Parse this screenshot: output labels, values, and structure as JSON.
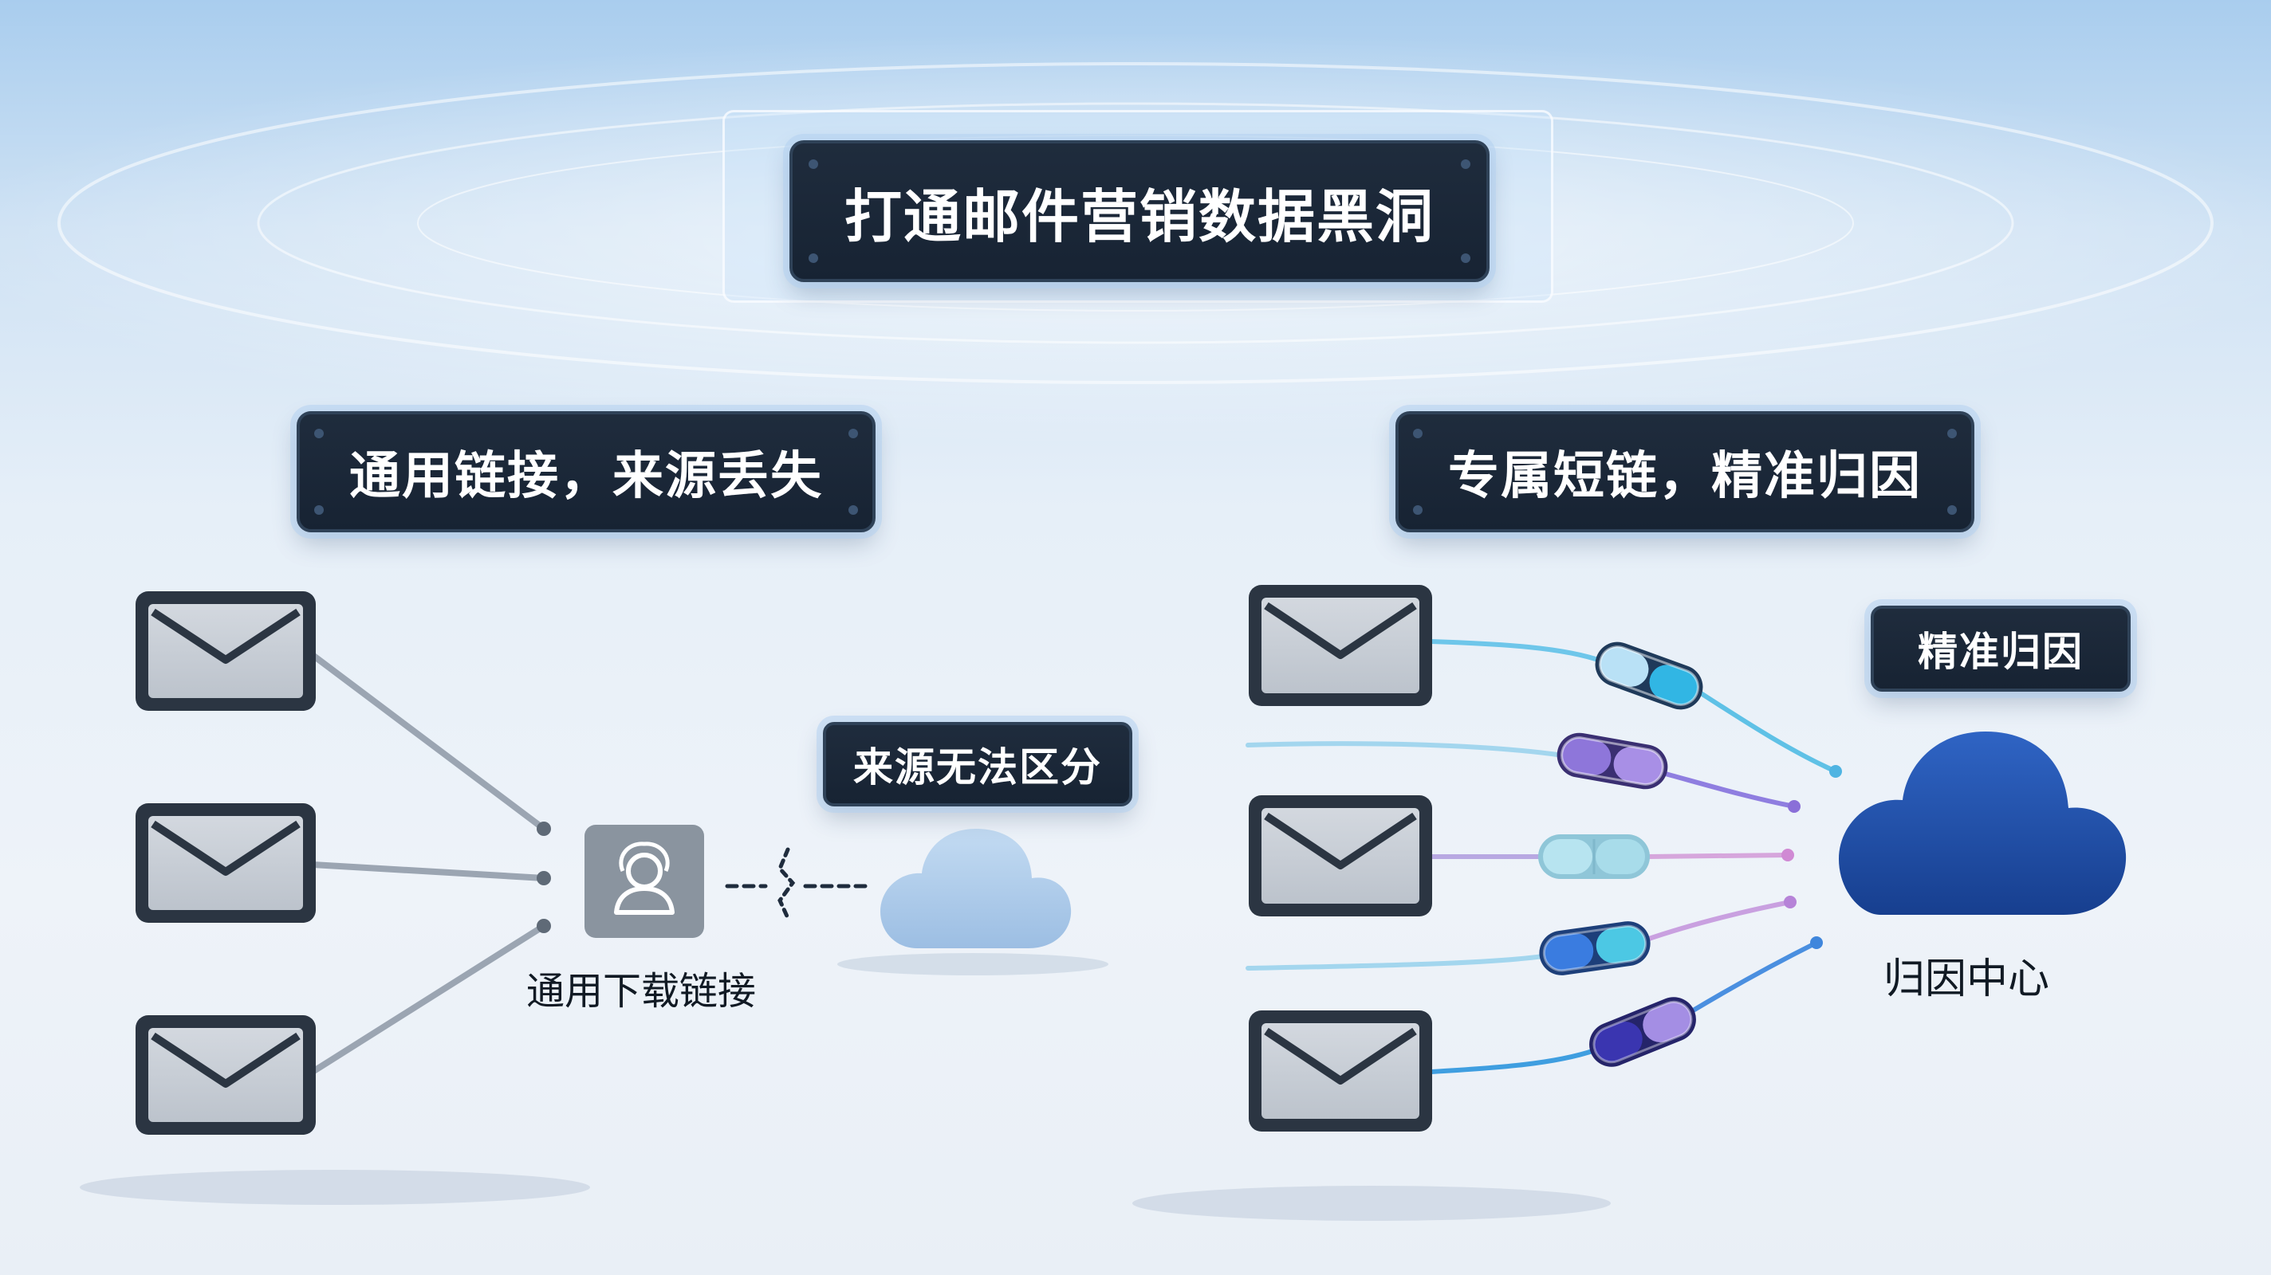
{
  "title": "打通邮件营销数据黑洞",
  "left_panel": {
    "heading": "通用链接，来源丢失",
    "link_caption": "通用下载链接",
    "status_label": "来源无法区分"
  },
  "right_panel": {
    "heading": "专属短链，精准归因",
    "badge": "精准归因",
    "center_caption": "归因中心"
  },
  "colors": {
    "dark_box": "#1b2738",
    "cloud_dark": "#1d4c9c",
    "cloud_light": "#a9c8e6",
    "line_gray": "#9ba5b2"
  }
}
